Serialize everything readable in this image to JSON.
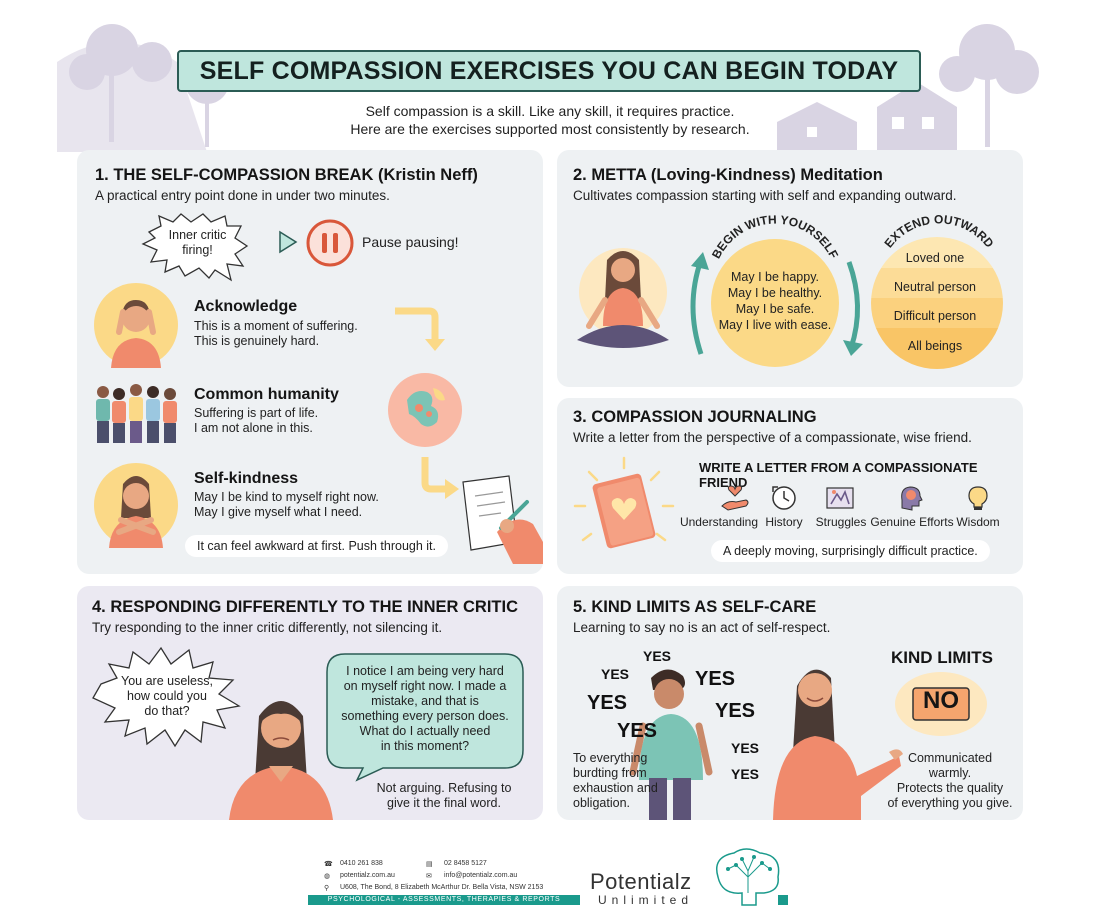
{
  "header": {
    "title": "SELF COMPASSION EXERCISES YOU CAN BEGIN TODAY",
    "subtitle_line1": "Self compassion is a skill. Like any skill, it requires practice.",
    "subtitle_line2": "Here are the exercises supported most consistently by research."
  },
  "s1": {
    "heading": "1. THE SELF-COMPASSION BREAK (Kristin Neff)",
    "sub": "A practical entry point done in under two minutes.",
    "bubble_l1": "Inner critic",
    "bubble_l2": "firing!",
    "pause": "Pause pausing!",
    "steps": [
      {
        "title": "Acknowledge",
        "l1": "This is a moment of suffering.",
        "l2": "This is genuinely hard."
      },
      {
        "title": "Common humanity",
        "l1": "Suffering is part of life.",
        "l2": "I am not alone in this."
      },
      {
        "title": "Self-kindness",
        "l1": "May I be kind to myself right now.",
        "l2": "May I give myself what I need."
      }
    ],
    "note": "It can feel awkward at first. Push through it."
  },
  "s2": {
    "heading": "2. METTA (Loving-Kindness) Meditation",
    "sub": "Cultivates compassion starting with self and expanding outward.",
    "arc1": "BEGIN WITH YOURSELF",
    "arc2": "EXTEND OUTWARD",
    "phrases": [
      "May I be happy.",
      "May I be healthy.",
      "May I be safe.",
      "May I live with ease."
    ],
    "outward": [
      "Loved one",
      "Neutral person",
      "Difficult person",
      "All beings"
    ]
  },
  "s3": {
    "heading": "3. COMPASSION JOURNALING",
    "sub": "Write a letter from the perspective of a compassionate, wise friend.",
    "letter_title": "WRITE A LETTER FROM A COMPASSIONATE FRIEND",
    "items": [
      "Understanding",
      "History",
      "Struggles",
      "Genuine Efforts",
      "Wisdom"
    ],
    "note": "A deeply moving, surprisingly difficult practice."
  },
  "s4": {
    "heading": "4. RESPONDING DIFFERENTLY TO THE INNER CRITIC",
    "sub": "Try responding to the inner critic differently, not silencing it.",
    "critic": [
      "You are useless,",
      "how could you",
      "do that?"
    ],
    "response": [
      "I notice I am being very hard",
      "on myself right now. I made a",
      "mistake, and that is",
      "something every person does.",
      "What do I actually need",
      "in this moment?"
    ],
    "note_l1": "Not arguing. Refusing to",
    "note_l2": "give it the final word."
  },
  "s5": {
    "heading": "5. KIND LIMITS AS SELF-CARE",
    "sub": "Learning to say no is an act of self-respect.",
    "yes": "YES",
    "left_text": [
      "To everything",
      "burdting from",
      "exhaustion and",
      "obligation."
    ],
    "kind_limits": "KIND LIMITS",
    "no": "NO",
    "right_text": [
      "Communicated",
      "warmly.",
      "Protects the quality",
      "of everything you give."
    ]
  },
  "footer": {
    "phone1": "0410 261 838",
    "phone2": "02 8458 5127",
    "web": "potentialz.com.au",
    "email": "info@potentialz.com.au",
    "address": "U608, The Bond, 8 Elizabeth McArthur Dr. Bella Vista, NSW 2153",
    "banner": "PSYCHOLOGICAL - ASSESSMENTS, THERAPIES & REPORTS",
    "brand": "Potentialz",
    "brand_sub": "Unlimited"
  },
  "colors": {
    "teal": "#bfe6dd",
    "panel": "#eef1f3",
    "coral": "#f08a6c",
    "yellow": "#fbd987",
    "footer_teal": "#1a9a8c"
  }
}
